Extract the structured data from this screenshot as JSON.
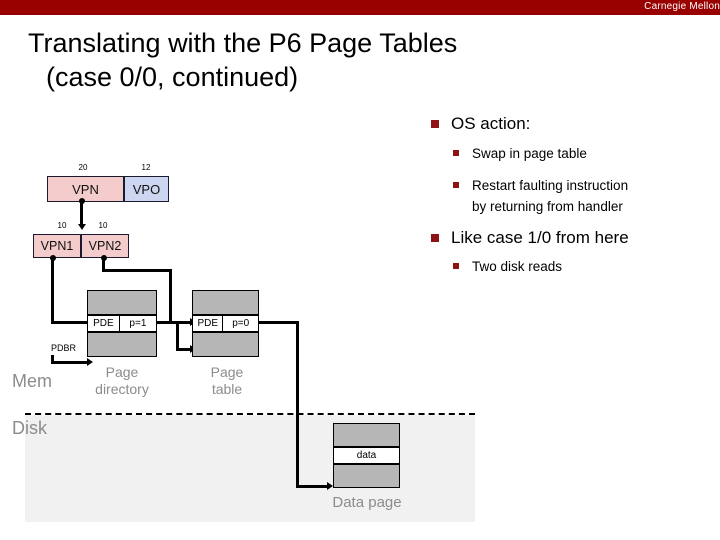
{
  "header": {
    "brand": "Carnegie Mellon",
    "bar_color": "#990000"
  },
  "title": {
    "line1": "Translating with the P6 Page Tables",
    "line2": "(case 0/0, continued)"
  },
  "bullets": {
    "bullet_color": "#8f1313",
    "items": [
      {
        "level": 1,
        "label": "OS action:",
        "children": [
          {
            "level": 2,
            "label": "Swap in page table"
          },
          {
            "level": 2,
            "label": "Restart faulting instruction",
            "continuation": "by returning from handler"
          }
        ]
      },
      {
        "level": 1,
        "label": "Like case 1/0 from here",
        "children": [
          {
            "level": 2,
            "label": "Two disk reads"
          }
        ]
      }
    ]
  },
  "diagram": {
    "virtual_address": {
      "fields": [
        {
          "name": "VPN",
          "bits": "20",
          "color": "#f4cccc"
        },
        {
          "name": "VPO",
          "bits": "12",
          "color": "#ccd6f0"
        }
      ]
    },
    "vpn_split": {
      "fields": [
        {
          "name": "VPN1",
          "bits": "10",
          "color": "#f4cccc"
        },
        {
          "name": "VPN2",
          "bits": "10",
          "color": "#f4cccc"
        }
      ]
    },
    "page_directory": {
      "label_line1": "Page",
      "label_line2": "directory",
      "entry_name": "PDE",
      "entry_flag": "p=1"
    },
    "page_table": {
      "label_line1": "Page",
      "label_line2": "table",
      "entry_name": "PDE",
      "entry_flag": "p=0"
    },
    "data_page": {
      "label": "Data page",
      "entry_name": "data"
    },
    "pdbr_label": "PDBR",
    "memory_label": "Mem",
    "disk_label": "Disk"
  }
}
